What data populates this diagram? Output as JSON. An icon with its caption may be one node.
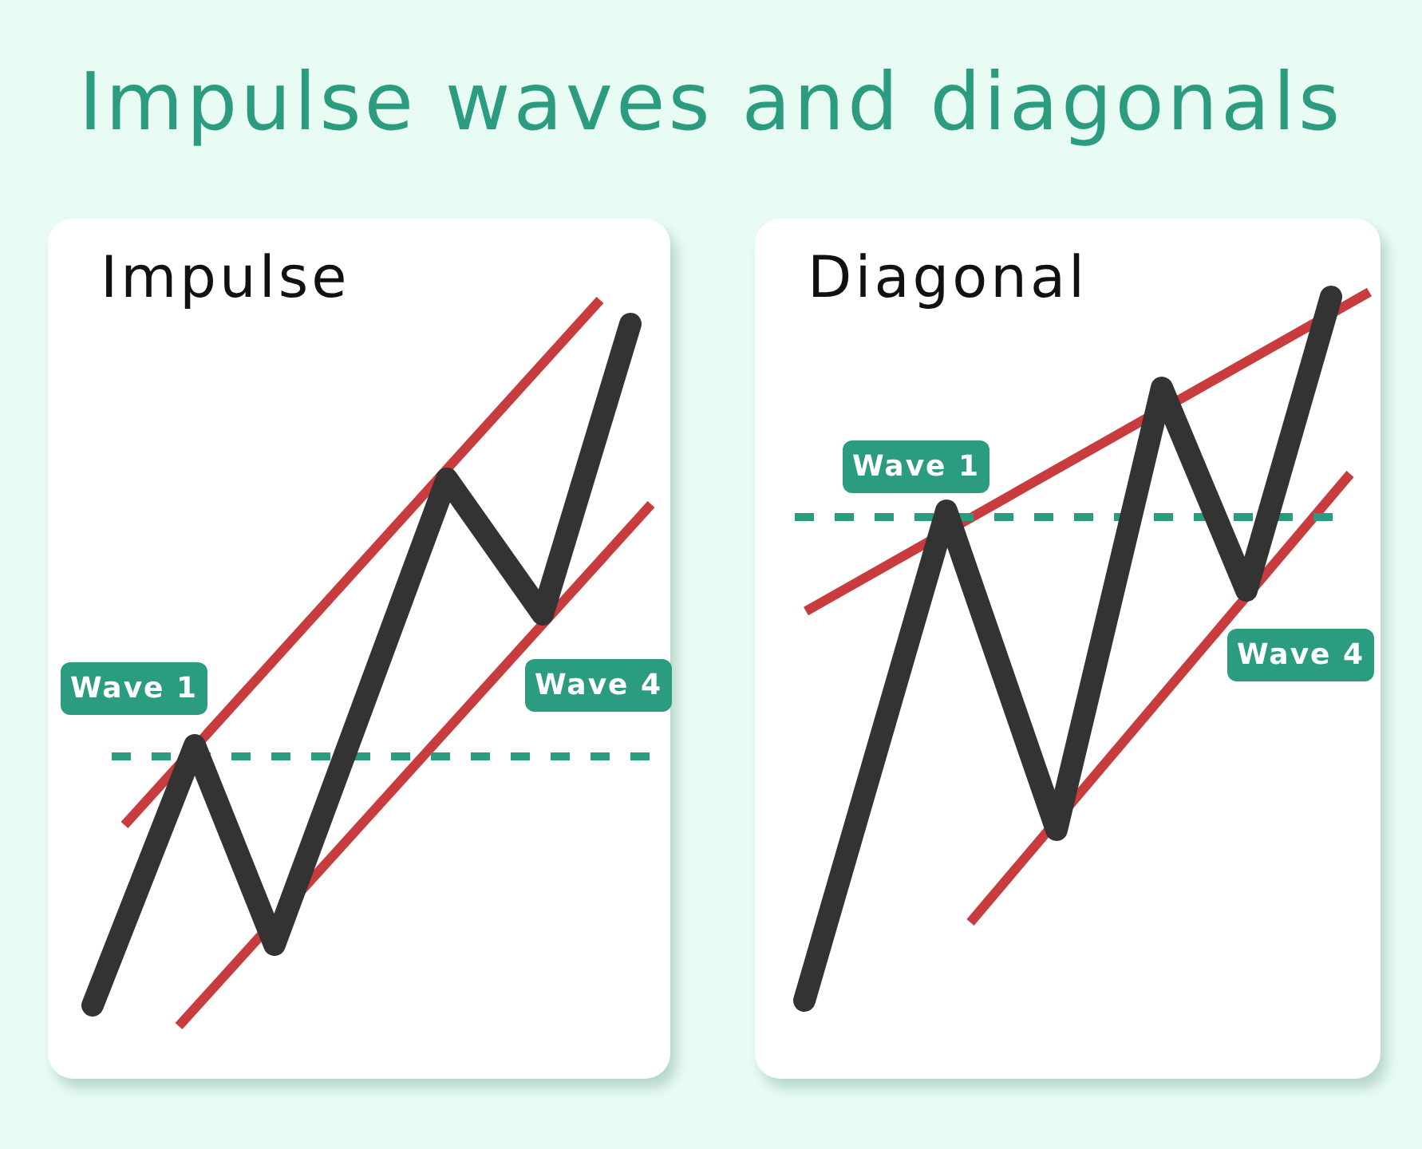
{
  "diagram": {
    "title": "Impulse waves and diagonals",
    "nodes": [
      {
        "text": [
          "Impulse"
        ]
      },
      {
        "text": [
          "Wave 1"
        ],
        "in": 0
      },
      {
        "text": [
          "Wave 4"
        ],
        "in": 0
      },
      {
        "text": [
          "Diagonal"
        ]
      },
      {
        "text": [
          "Wave 1"
        ],
        "in": 3
      },
      {
        "text": [
          "Wave 4"
        ],
        "in": 3
      }
    ]
  }
}
